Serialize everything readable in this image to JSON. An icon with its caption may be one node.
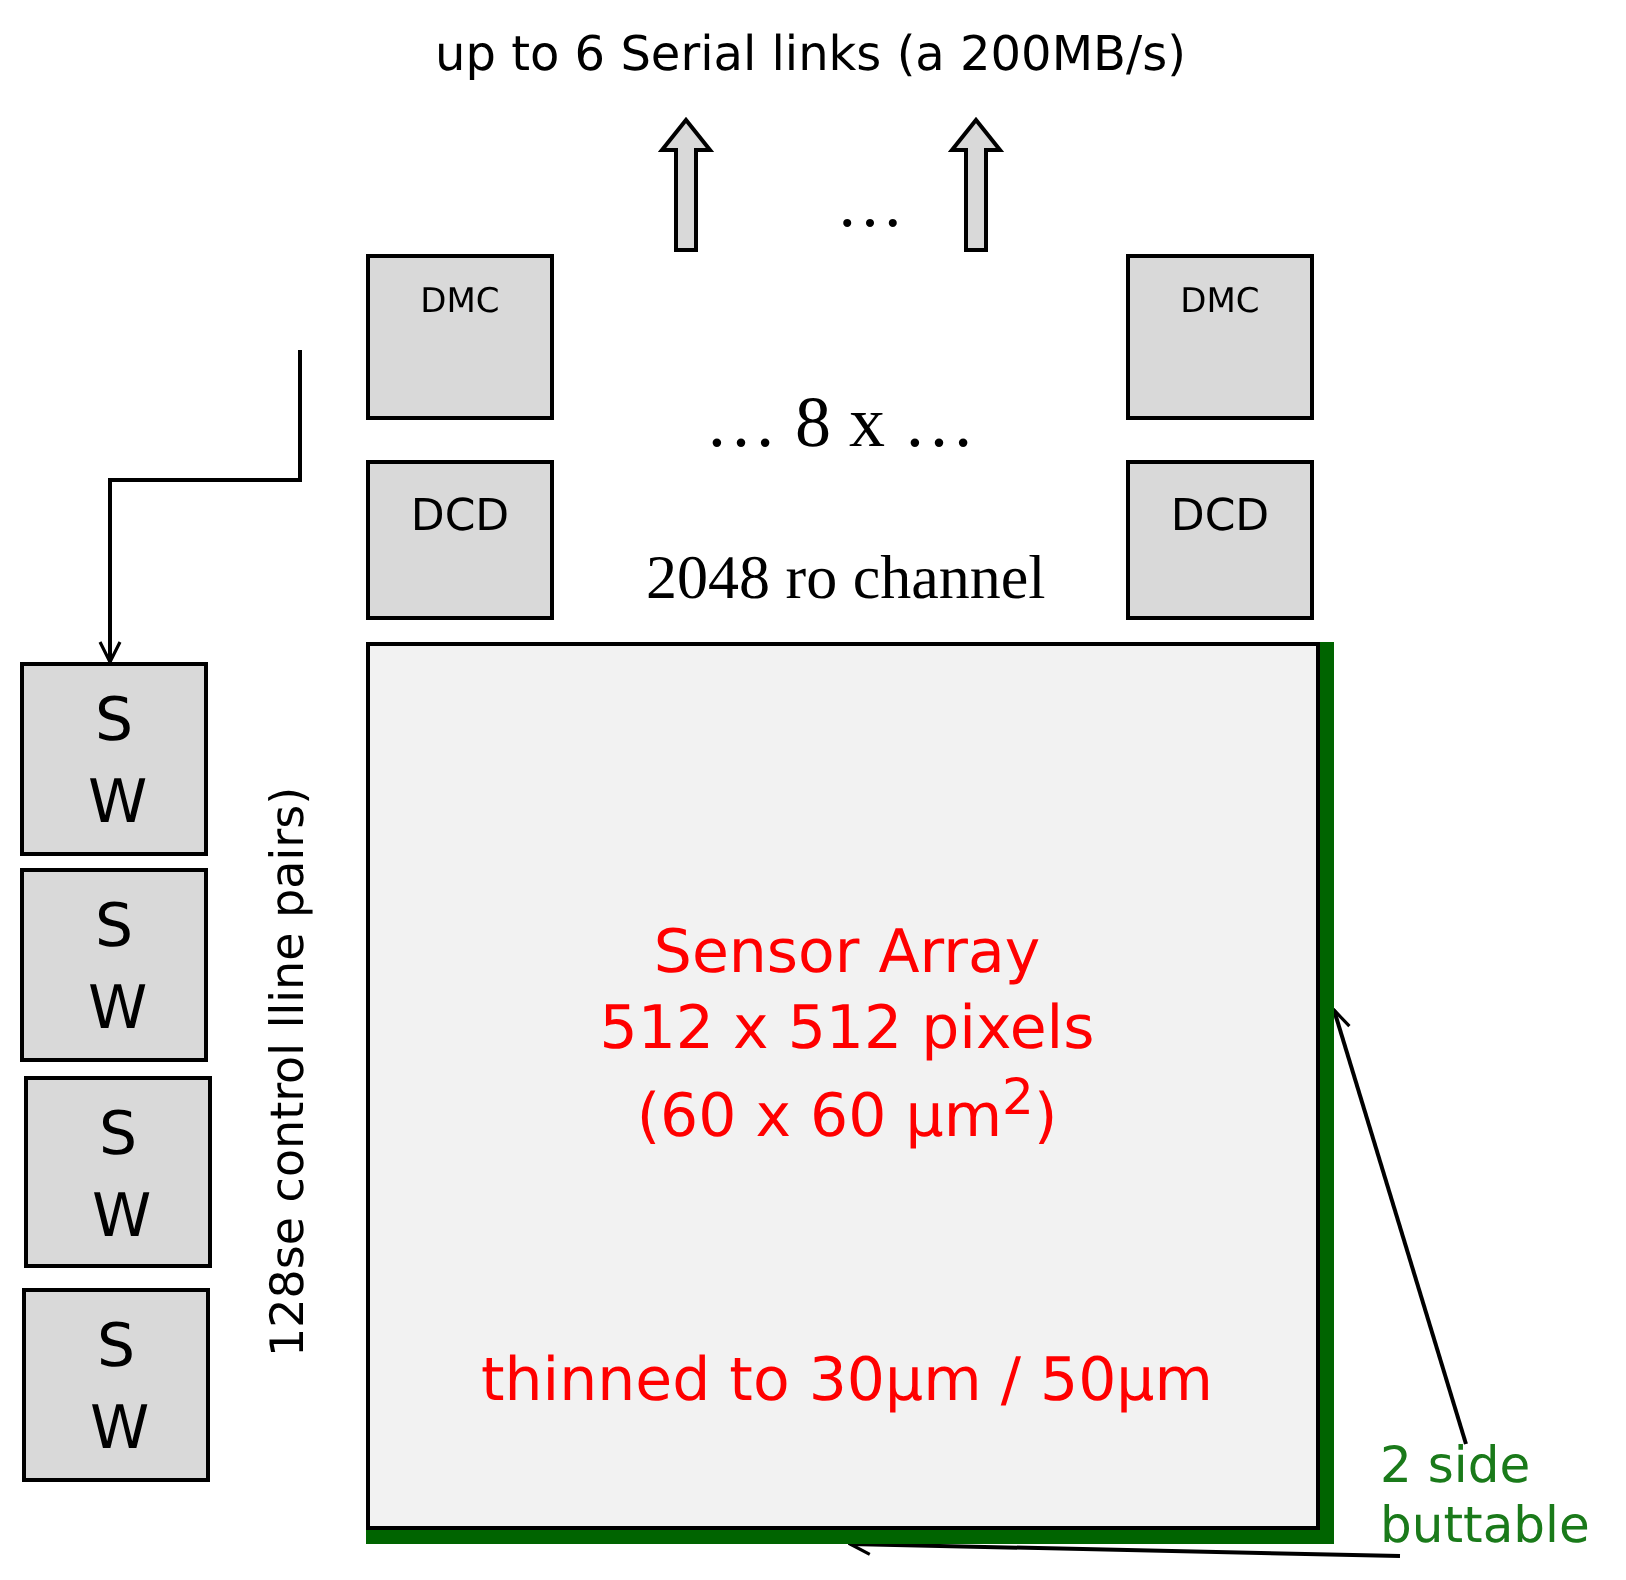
{
  "diagram": {
    "nodes": [
      {
        "text": [
          "DMC"
        ]
      },
      {
        "text": [
          "DMC"
        ]
      },
      {
        "text": [
          "DCD"
        ]
      },
      {
        "text": [
          "DCD"
        ]
      },
      {
        "text": [
          "S W"
        ]
      },
      {
        "text": [
          "S W"
        ]
      },
      {
        "text": [
          "S W"
        ]
      },
      {
        "text": [
          "S W"
        ]
      },
      {
        "text": [
          "Sensor Array 512 x 512 pixels (60 x 60 µm$^{2}$)",
          "thinned to 30µm / 50µm"
        ]
      },
      {
        "text": [],
        "shape": "bar"
      },
      {
        "text": [],
        "shape": "bar"
      },
      {
        "text": [
          "2 side buttable"
        ]
      }
    ],
    "edges": [
      {
        "from": null,
        "to": 4,
        "arrow": "to"
      },
      {
        "from": 11,
        "to": 9,
        "arrow": "to"
      },
      {
        "from": 11,
        "to": 10,
        "arrow": "to"
      }
    ],
    "labels": [
      "up to 6 Serial links (a 200MB/s)",
      "…",
      "… 8 x …",
      "2048 ro channel",
      "128se control lline pairs)"
    ]
  }
}
